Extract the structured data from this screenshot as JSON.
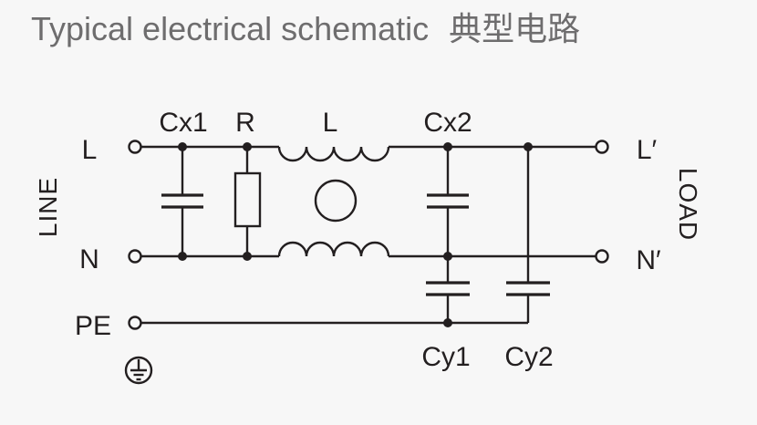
{
  "title": {
    "en": "Typical electrical schematic",
    "zh": "典型电路"
  },
  "colors": {
    "background": "#f7f7f7",
    "schematic_line": "#231f20",
    "title_text": "#6e6d6e"
  },
  "schematic": {
    "line_side_label": "LINE",
    "load_side_label": "LOAD",
    "terminals": {
      "line_live": "L",
      "line_neutral": "N",
      "protective_earth": "PE",
      "load_live": "L′",
      "load_neutral": "N′"
    },
    "components": {
      "cx1": "Cx1",
      "r": "R",
      "choke": "L",
      "cx2": "Cx2",
      "cy1": "Cy1",
      "cy2": "Cy2"
    }
  }
}
